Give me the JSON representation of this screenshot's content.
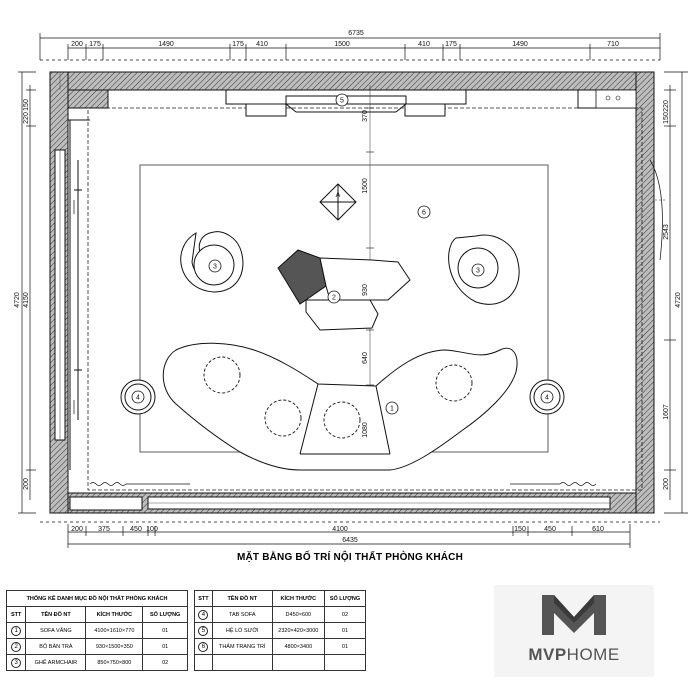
{
  "drawing_title": "MẶT BẰNG BỐ TRÍ NỘI THẤT PHÒNG KHÁCH",
  "top_dimensions": {
    "overall": "6735",
    "segments": [
      "200",
      "175",
      "1490",
      "175",
      "410",
      "1500",
      "410",
      "175",
      "1490",
      "710"
    ]
  },
  "bottom_dimensions": {
    "overall": "6435",
    "segments": [
      "200",
      "375",
      "450",
      "100",
      "4100",
      "150",
      "450",
      "610"
    ]
  },
  "left_dimensions": {
    "overall": "4720",
    "inner": "4150",
    "segments": [
      "150",
      "220",
      "200"
    ]
  },
  "right_dimensions": {
    "overall": "4720",
    "segments": [
      "220",
      "150",
      "2543",
      "1607",
      "200"
    ]
  },
  "inner_dimensions": [
    "370",
    "1500",
    "930",
    "640",
    "1080"
  ],
  "markers": {
    "sofa": "1",
    "table": "2",
    "armchair": "3",
    "side_table": "4",
    "fireplace": "5",
    "rug": "6",
    "elevation": "A"
  },
  "schedule_left": {
    "title": "THỐNG KÊ DANH MỤC ĐỒ NỘI THẤT PHÒNG KHÁCH",
    "headers": [
      "STT",
      "TÊN ĐỒ NT",
      "KÍCH THƯỚC",
      "SỐ LƯỢNG"
    ],
    "rows": [
      {
        "stt": "1",
        "name": "SOFA VĂNG",
        "size": "4100×1610×770",
        "qty": "01"
      },
      {
        "stt": "2",
        "name": "BỘ BÀN TRÀ",
        "size": "930×1500×350",
        "qty": "01"
      },
      {
        "stt": "3",
        "name": "GHẾ ARMCHAIR",
        "size": "850×750×800",
        "qty": "02"
      }
    ]
  },
  "schedule_right": {
    "headers": [
      "STT",
      "TÊN ĐỒ NT",
      "KÍCH THƯỚC",
      "SỐ LƯỢNG"
    ],
    "rows": [
      {
        "stt": "4",
        "name": "TAB SOFA",
        "size": "D450×600",
        "qty": "02"
      },
      {
        "stt": "5",
        "name": "HỆ LÒ SƯỞI",
        "size": "2320×420×3000",
        "qty": "01"
      },
      {
        "stt": "6",
        "name": "THẢM TRANG TRÍ",
        "size": "4800×3400",
        "qty": "01"
      },
      {
        "stt": "",
        "name": "",
        "size": "",
        "qty": ""
      }
    ]
  },
  "logo": {
    "text_bold": "MVP",
    "text_light": "HOME"
  }
}
